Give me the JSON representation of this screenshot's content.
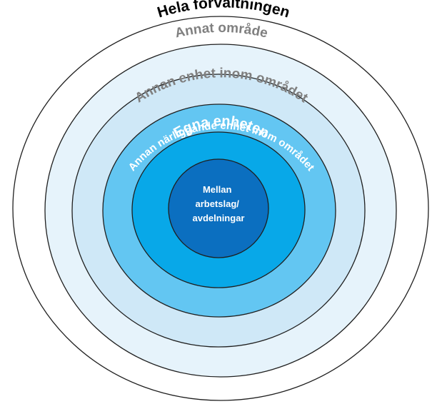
{
  "diagram": {
    "rings": [
      {
        "label": "Hela förvaltningen",
        "fill": "#ffffff",
        "text_color": "#000000"
      },
      {
        "label": "Annat område",
        "fill": "#e6f3fb",
        "text_color": "#808080"
      },
      {
        "label": "Annan enhet inom området",
        "fill": "#cfe8f7",
        "text_color": "#7f7f7f"
      },
      {
        "label": "Annan närliggande enhet inom området",
        "fill": "#63c6f2",
        "text_color": "#ffffff"
      },
      {
        "label": "Egna enheten",
        "fill": "#08a8e8",
        "text_color": "#ffffff"
      }
    ],
    "center": {
      "lines": [
        "Mellan",
        "arbetslag/",
        "avdelningar"
      ],
      "fill": "#0b6fc0",
      "text_color": "#ffffff"
    }
  }
}
